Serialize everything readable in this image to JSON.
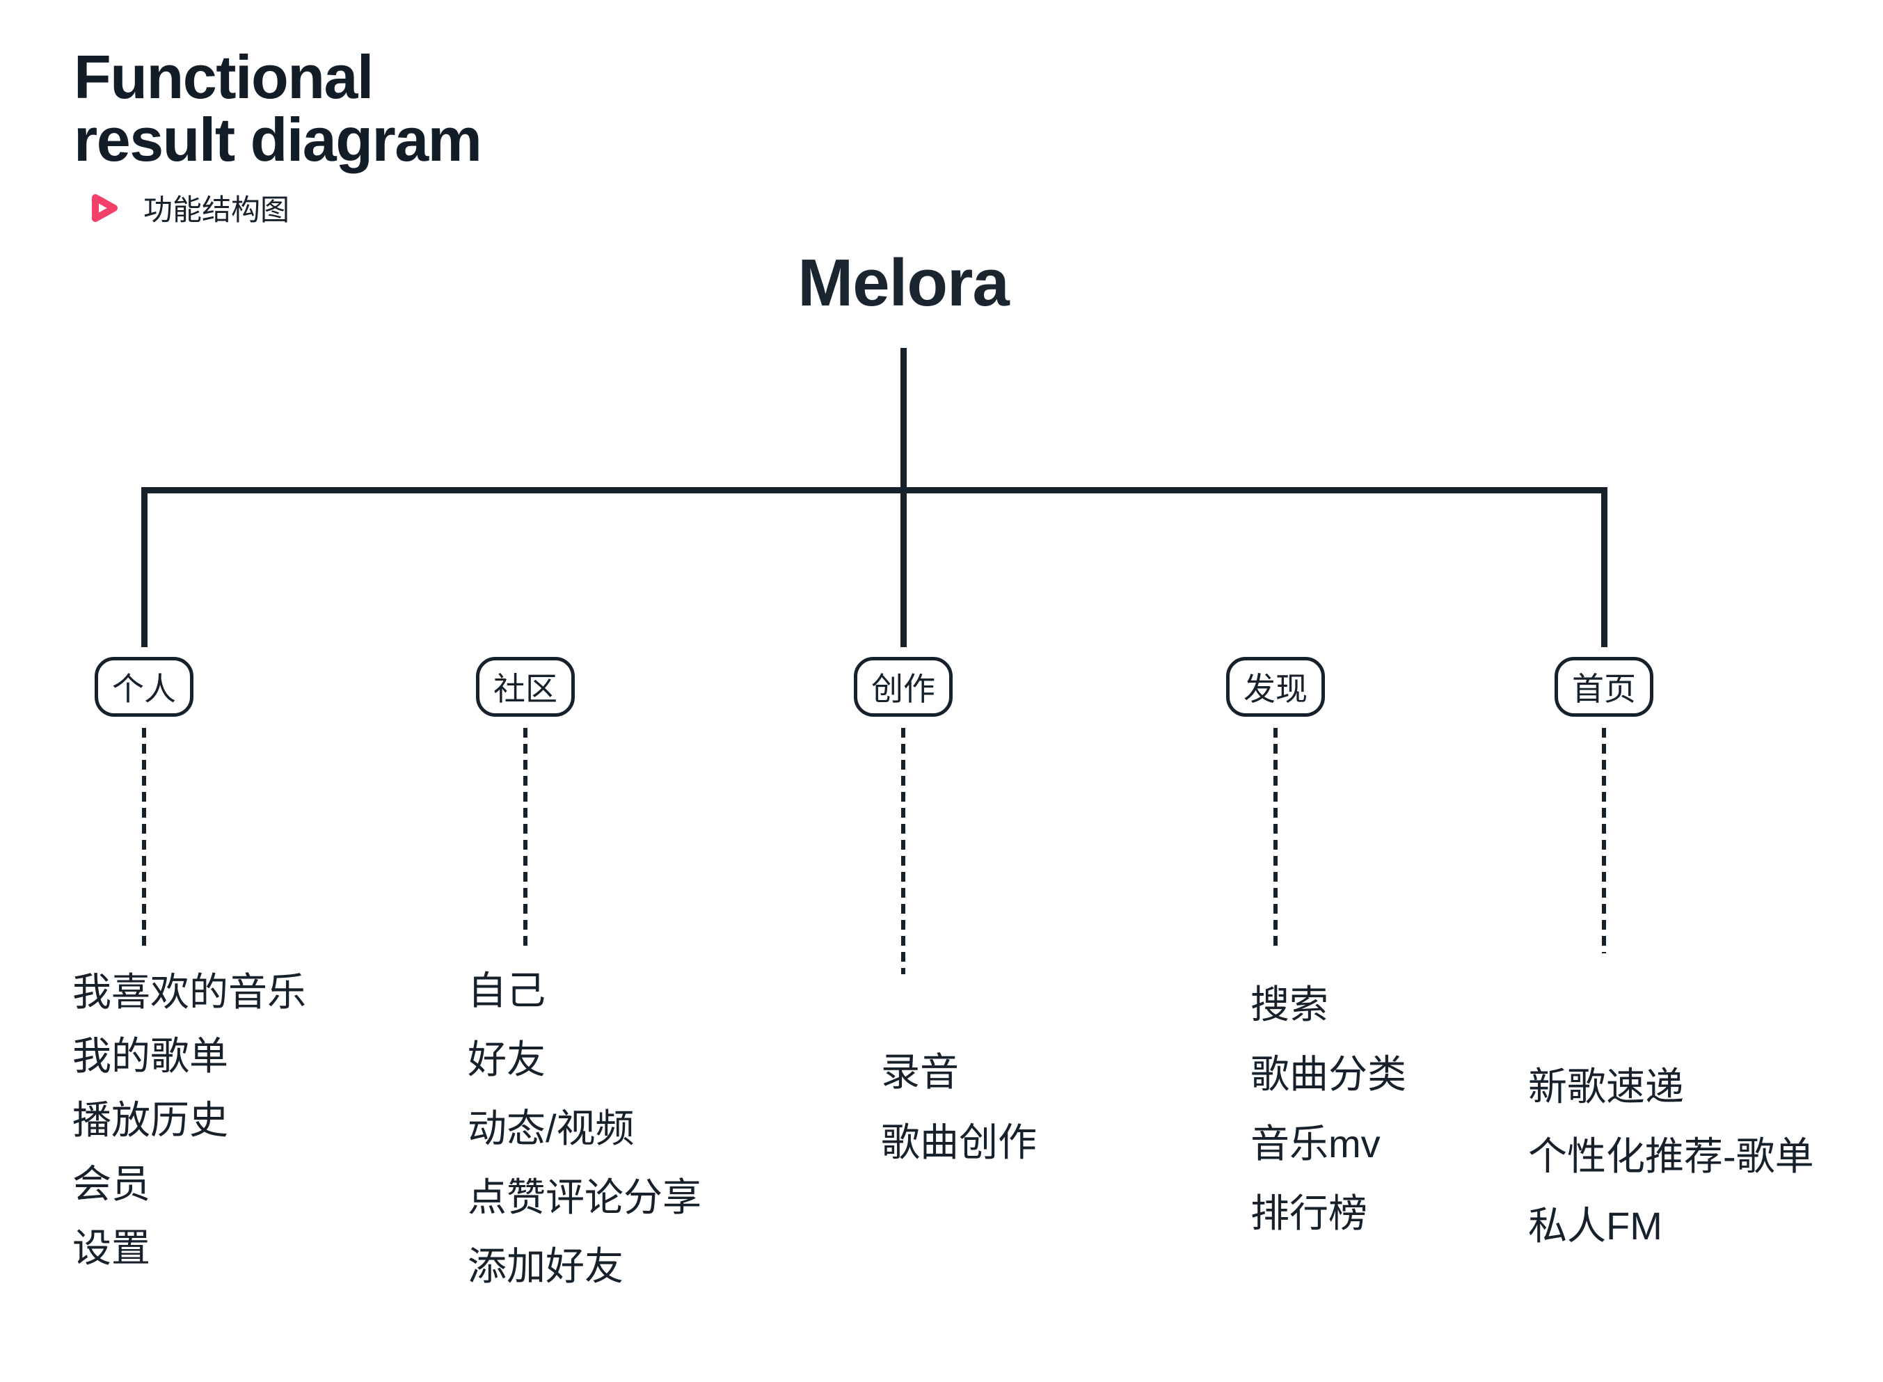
{
  "header": {
    "title_line1": "Functional",
    "title_line2": "result diagram",
    "subtitle": "功能结构图",
    "accent_color": "#F2406B",
    "ink_color": "#16212C"
  },
  "tree": {
    "root": "Melora",
    "branches": [
      {
        "label": "个人",
        "items": [
          "我喜欢的音乐",
          "我的歌单",
          "播放历史",
          "会员",
          "设置"
        ]
      },
      {
        "label": "社区",
        "items": [
          "自己",
          "好友",
          "动态/视频",
          "点赞评论分享",
          "添加好友"
        ]
      },
      {
        "label": "创作",
        "items": [
          "录音",
          "歌曲创作"
        ]
      },
      {
        "label": "发现",
        "items": [
          "搜索",
          "歌曲分类",
          "音乐mv",
          "排行榜"
        ]
      },
      {
        "label": "首页",
        "items": [
          "新歌速递",
          "个性化推荐-歌单",
          "私人FM"
        ]
      }
    ]
  }
}
